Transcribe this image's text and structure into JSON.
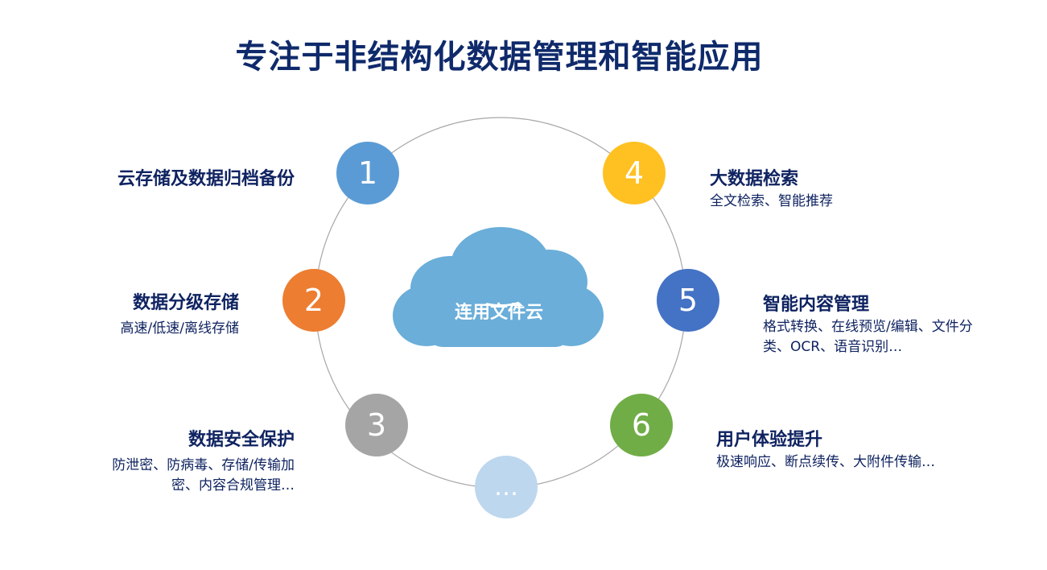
{
  "title": "专注于非结构化数据管理和智能应用",
  "center": {
    "label": "连用文件云",
    "color": "#6aaed9"
  },
  "nodes": [
    {
      "number": "1",
      "color": "#5b9bd5",
      "heading": "云存储及数据归档备份",
      "desc": ""
    },
    {
      "number": "2",
      "color": "#ed7d31",
      "heading": "数据分级存储",
      "desc": "高速/低速/离线存储"
    },
    {
      "number": "3",
      "color": "#a5a5a5",
      "heading": "数据安全保护",
      "desc": "防泄密、防病毒、存储/传输加密、内容合规管理…"
    },
    {
      "number": "4",
      "color": "#ffc022",
      "heading": "大数据检索",
      "desc": "全文检索、智能推荐"
    },
    {
      "number": "5",
      "color": "#4472c4",
      "heading": "智能内容管理",
      "desc": "格式转换、在线预览/编辑、文件分类、OCR、语音识别…"
    },
    {
      "number": "6",
      "color": "#70ad47",
      "heading": "用户体验提升",
      "desc": "极速响应、断点续传、大附件传输…"
    },
    {
      "number": "…",
      "color": "#bdd7ee"
    }
  ]
}
